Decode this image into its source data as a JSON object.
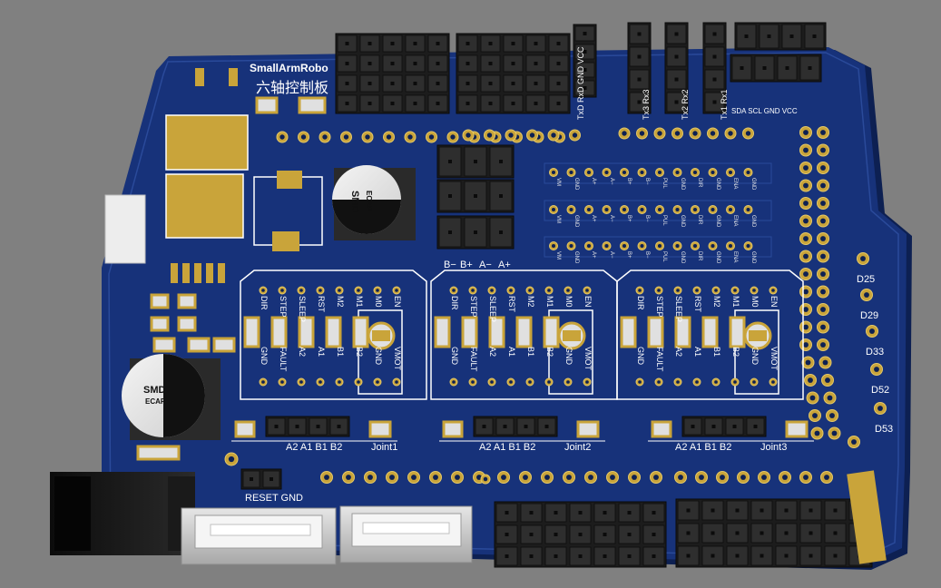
{
  "board": {
    "title": "SmallArmRobo",
    "subtitle": "六轴控制板",
    "colors": {
      "background": "#808080",
      "pcb": "#17327a",
      "silk": "#ffffff",
      "gold": "#c9a43a",
      "header": "#1c1c1c"
    }
  },
  "uart_labels": [
    "TxD RxD GND VCC",
    "Tx3 Rx3",
    "Tx2 Rx2",
    "Tx1 Rx1"
  ],
  "i2c_label": "SDA SCL GND VCC",
  "motor_terminal_labels": [
    "B−",
    "B+",
    "A−",
    "A+"
  ],
  "pin_row_labels": [
    "VM",
    "GND",
    "A+",
    "A−",
    "B+",
    "B−",
    "PUL",
    "GND",
    "DIR",
    "GND",
    "ENA",
    "GND"
  ],
  "digital_labels": [
    "D25",
    "D29",
    "D33",
    "D52",
    "D53"
  ],
  "driver_pins_top": [
    "DIR",
    "STEP",
    "SLEEP",
    "RST",
    "M2",
    "M1",
    "M0",
    "EN"
  ],
  "driver_pins_bottom": [
    "GND",
    "FAULT",
    "A2",
    "A1",
    "B1",
    "B2",
    "GND",
    "VMOT"
  ],
  "joints": [
    {
      "pins": "A2  A1  B1  B2",
      "name": "Joint1"
    },
    {
      "pins": "A2  A1  B1  B2",
      "name": "Joint2"
    },
    {
      "pins": "A2  A1  B1  B2",
      "name": "Joint3"
    }
  ],
  "reset_label": "RESET GND",
  "capacitors": [
    {
      "line1": "SMD",
      "line2": "ECAP"
    },
    {
      "line1": "SMD",
      "line2": "ECAP"
    }
  ],
  "icons": [
    "electrolytic-capacitor-icon",
    "usb-port-icon",
    "dc-jack-icon",
    "pin-header-icon"
  ]
}
